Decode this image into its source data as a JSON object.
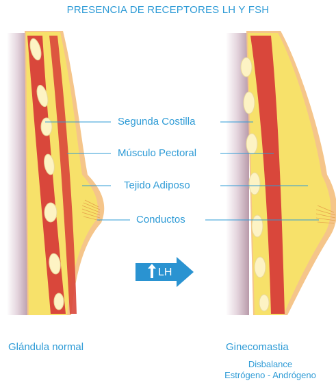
{
  "title": "PRESENCIA DE RECEPTORES LH Y FSH",
  "labels": [
    "Segunda Costilla",
    "Músculo Pectoral",
    "Tejido Adiposo",
    "Conductos"
  ],
  "arrow_label": "LH",
  "left_caption": "Glándula normal",
  "right_caption": "Ginecomastia",
  "right_sub": [
    "Disbalance",
    "Estrógeno - Andrógeno"
  ],
  "colors": {
    "text": "#2e9bd6",
    "skin": "#f5c58a",
    "fat": "#f7e16a",
    "muscle": "#d9473b",
    "rib": "#fdf3c4",
    "chest_wall": "#cfb9c4",
    "arrow": "#2a93d1"
  }
}
